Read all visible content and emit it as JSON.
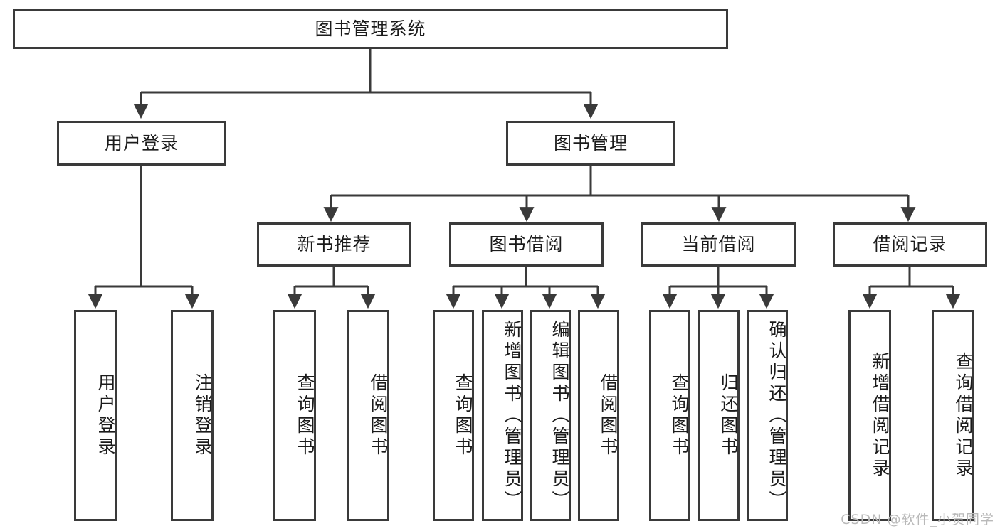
{
  "diagram": {
    "title": "图书管理系统",
    "type": "tree",
    "watermark": "CSDN @软件_小贺同学",
    "colors": {
      "stroke": "#3a3a3a",
      "fill": "#ffffff",
      "text": "#1b1b1b",
      "watermark": "#b9b9b9"
    },
    "nodes": {
      "root": {
        "label": "图书管理系统"
      },
      "level1": [
        {
          "id": "user-login",
          "label": "用户登录"
        },
        {
          "id": "book-manage",
          "label": "图书管理"
        }
      ],
      "level2": [
        {
          "id": "new-book-rec",
          "label": "新书推荐",
          "parent": "book-manage"
        },
        {
          "id": "book-borrow",
          "label": "图书借阅",
          "parent": "book-manage"
        },
        {
          "id": "current-borrow",
          "label": "当前借阅",
          "parent": "book-manage"
        },
        {
          "id": "borrow-record",
          "label": "借阅记录",
          "parent": "book-manage"
        }
      ],
      "leaves": {
        "user-login": [
          {
            "id": "leaf-user-login",
            "label": "用户登录"
          },
          {
            "id": "leaf-user-logout",
            "label": "注销登录"
          }
        ],
        "new-book-rec": [
          {
            "id": "leaf-query-book-1",
            "label": "查询图书"
          },
          {
            "id": "leaf-borrow-book-1",
            "label": "借阅图书"
          }
        ],
        "book-borrow": [
          {
            "id": "leaf-query-book-2",
            "label": "查询图书"
          },
          {
            "id": "leaf-add-book",
            "label": "新增图书（管理员）"
          },
          {
            "id": "leaf-edit-book",
            "label": "编辑图书（管理员）"
          },
          {
            "id": "leaf-borrow-book-2",
            "label": "借阅图书"
          }
        ],
        "current-borrow": [
          {
            "id": "leaf-query-book-3",
            "label": "查询图书"
          },
          {
            "id": "leaf-return-book",
            "label": "归还图书"
          },
          {
            "id": "leaf-confirm-return",
            "label": "确认归还（管理员）"
          }
        ],
        "borrow-record": [
          {
            "id": "leaf-add-record",
            "label": "新增借阅记录"
          },
          {
            "id": "leaf-query-record",
            "label": "查询借阅记录"
          }
        ]
      }
    }
  }
}
